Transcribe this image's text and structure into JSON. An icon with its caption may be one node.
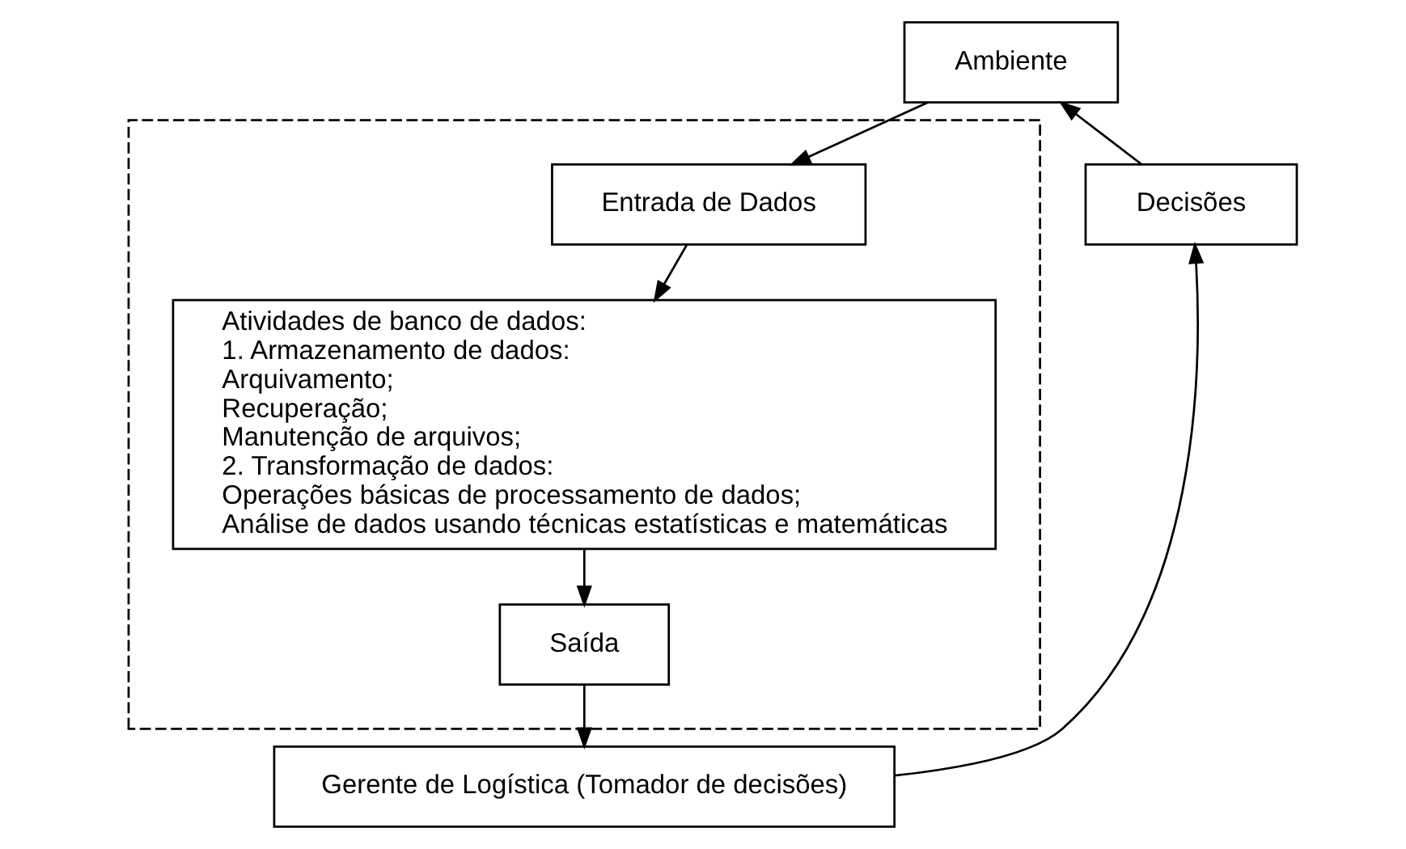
{
  "diagram": {
    "nodes": [
      {
        "text": [
          "Ambiente"
        ]
      },
      {
        "text": [],
        "shape": "box"
      },
      {
        "text": [
          "Entrada de Dados"
        ],
        "in": 1
      },
      {
        "text": [
          "Atividades de banco de dados:",
          "1. Armazenamento de dados:",
          "Arquivamento;",
          "Recuperação;",
          "Manutenção de arquivos;",
          "2. Transformação de dados:",
          "Operações básicas de processamento de dados;",
          "Análise de dados usando técnicas estatísticas e matemáticas"
        ],
        "in": 1
      },
      {
        "text": [
          "Saída"
        ],
        "in": 1
      },
      {
        "text": [
          "Gerente de Logística (Tomador de decisões)"
        ]
      },
      {
        "text": [
          "Decisões"
        ]
      }
    ],
    "edges": [
      {
        "from": 0,
        "to": 2,
        "arrow": "to"
      },
      {
        "from": 2,
        "to": 3,
        "arrow": "to"
      },
      {
        "from": 3,
        "to": 4,
        "arrow": "to"
      },
      {
        "from": 4,
        "to": 5,
        "arrow": "to"
      },
      {
        "from": 5,
        "to": 6,
        "arrow": "to"
      },
      {
        "from": 6,
        "to": 0,
        "arrow": "to"
      }
    ]
  }
}
